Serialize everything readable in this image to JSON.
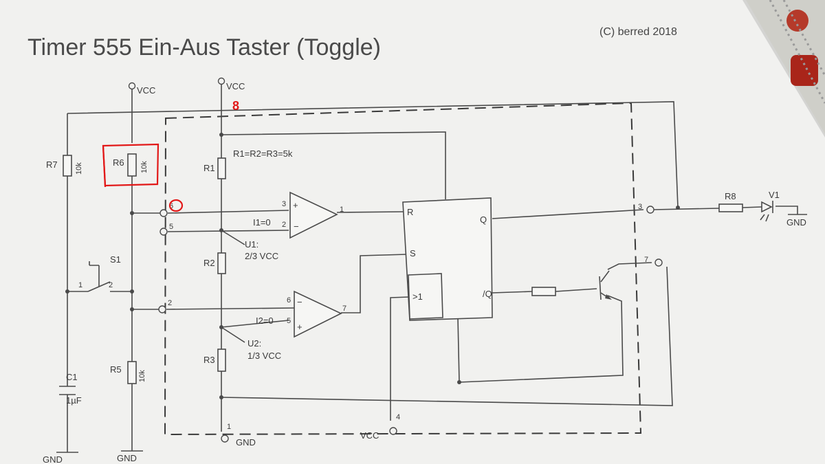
{
  "title": "Timer 555 Ein-Aus Taster (Toggle)",
  "copyright": "(C) berred 2018",
  "supply": {
    "vcc": "VCC",
    "gnd": "GND"
  },
  "resistor_note": "R1=R2=R3=5k",
  "components": {
    "r7": {
      "ref": "R7",
      "value": "10k"
    },
    "r6": {
      "ref": "R6",
      "value": "10k"
    },
    "r5": {
      "ref": "R5",
      "value": "10k"
    },
    "r1": {
      "ref": "R1"
    },
    "r2": {
      "ref": "R2"
    },
    "r3": {
      "ref": "R3"
    },
    "r8": {
      "ref": "R8"
    },
    "v1": {
      "ref": "V1"
    },
    "s1": {
      "ref": "S1",
      "pin1": "1",
      "pin2": "2"
    },
    "c1": {
      "ref": "C1",
      "value": "1µF"
    },
    "u1": {
      "ref": "U1:",
      "desc": "2/3 VCC",
      "in": "I1=0"
    },
    "u2": {
      "ref": "U2:",
      "desc": "1/3 VCC",
      "in": "I2=0"
    },
    "flipflop": {
      "r": "R",
      "s": "S",
      "q": "Q",
      "nq": "/Q",
      "or": ">1"
    }
  },
  "pins": {
    "p1": "1",
    "p2": "2",
    "p3": "3",
    "p4": "4",
    "p5": "5",
    "p6": "6",
    "p7": "7"
  },
  "opamp_pins": {
    "u1_plus": "3",
    "u1_minus": "2",
    "u1_out": "1",
    "u2_minus": "6",
    "u2_plus": "5",
    "u2_out": "7"
  },
  "annotation": {
    "handwritten_pin": "8"
  },
  "colors": {
    "paper": "#f1f1ef",
    "ink": "#4a4a4a",
    "annotation": "#e21818"
  }
}
